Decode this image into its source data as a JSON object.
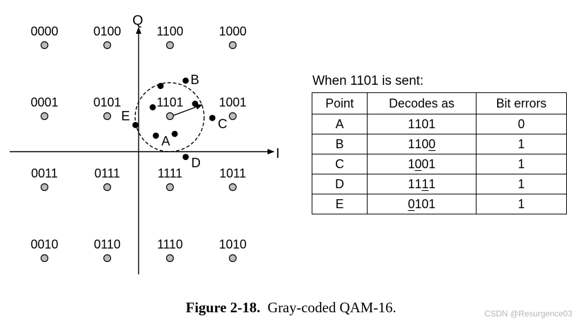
{
  "diagram": {
    "axis_q_label": "Q",
    "axis_i_label": "I",
    "constellation": [
      {
        "code": "0000",
        "ix": -3,
        "qy": 3
      },
      {
        "code": "0100",
        "ix": -1,
        "qy": 3
      },
      {
        "code": "1100",
        "ix": 1,
        "qy": 3
      },
      {
        "code": "1000",
        "ix": 3,
        "qy": 3
      },
      {
        "code": "0001",
        "ix": -3,
        "qy": 1
      },
      {
        "code": "0101",
        "ix": -1,
        "qy": 1
      },
      {
        "code": "1101",
        "ix": 1,
        "qy": 1
      },
      {
        "code": "1001",
        "ix": 3,
        "qy": 1
      },
      {
        "code": "0011",
        "ix": -3,
        "qy": -1
      },
      {
        "code": "0111",
        "ix": -1,
        "qy": -1
      },
      {
        "code": "1111",
        "ix": 1,
        "qy": -1
      },
      {
        "code": "1011",
        "ix": 3,
        "qy": -1
      },
      {
        "code": "0010",
        "ix": -3,
        "qy": -3
      },
      {
        "code": "0110",
        "ix": -1,
        "qy": -3
      },
      {
        "code": "1110",
        "ix": 1,
        "qy": -3
      },
      {
        "code": "1010",
        "ix": 3,
        "qy": -3
      }
    ],
    "received_points": [
      {
        "label": "A",
        "ix": 0.55,
        "qy": 0.45
      },
      {
        "label": "B",
        "ix": 1.5,
        "qy": 2.0
      },
      {
        "label": "C",
        "ix": 2.35,
        "qy": 0.95
      },
      {
        "label": "D",
        "ix": 1.5,
        "qy": -0.15
      },
      {
        "label": "E",
        "ix": -0.1,
        "qy": 0.75
      }
    ],
    "noise_points": [
      {
        "ix": 0.7,
        "qy": 1.85
      },
      {
        "ix": 0.45,
        "qy": 1.25
      },
      {
        "ix": 1.15,
        "qy": 0.5
      },
      {
        "ix": 1.8,
        "qy": 1.35
      }
    ]
  },
  "table": {
    "caption": "When 1101 is sent:",
    "headers": [
      "Point",
      "Decodes as",
      "Bit errors"
    ],
    "rows": [
      {
        "point": "A",
        "decodes": "1101",
        "errors": "0",
        "error_bit": -1
      },
      {
        "point": "B",
        "decodes": "1100",
        "errors": "1",
        "error_bit": 3
      },
      {
        "point": "C",
        "decodes": "1001",
        "errors": "1",
        "error_bit": 1
      },
      {
        "point": "D",
        "decodes": "1111",
        "errors": "1",
        "error_bit": 2
      },
      {
        "point": "E",
        "decodes": "0101",
        "errors": "1",
        "error_bit": 0
      }
    ]
  },
  "figure_caption": {
    "number": "Figure 2-18.",
    "text": "Gray-coded QAM-16."
  },
  "watermark": "CSDN @Resurgence03"
}
